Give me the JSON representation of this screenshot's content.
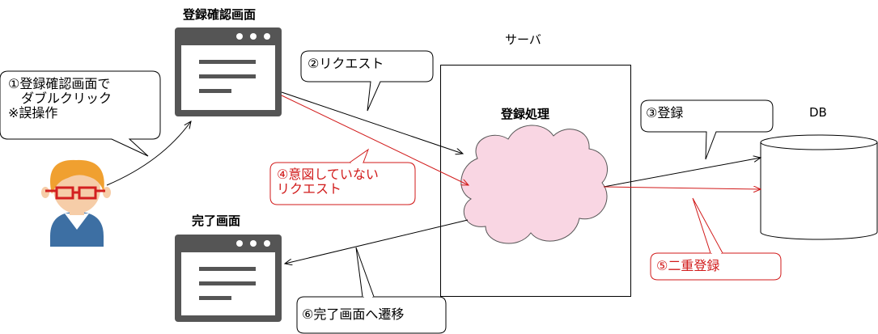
{
  "screens": {
    "confirm_title": "登録確認画面",
    "complete_title": "完了画面"
  },
  "server": {
    "title": "サーバ",
    "process_label": "登録処理"
  },
  "db": {
    "label": "DB"
  },
  "callouts": {
    "step1": [
      "①登録確認画面で",
      "　ダブルクリック",
      "※誤操作"
    ],
    "step2": "②リクエスト",
    "step3": "③登録",
    "step4": [
      "④意図していない",
      "リクエスト"
    ],
    "step5": "⑤二重登録",
    "step6": "⑥完了画面へ遷移"
  },
  "colors": {
    "normal_arrow": "#000000",
    "problem_arrow": "#d11a1a",
    "cloud_fill": "#f9d6e3",
    "screen_frame": "#555555",
    "user_hair": "#f0a030",
    "user_body": "#3d6fa3",
    "glasses": "#d32020"
  }
}
